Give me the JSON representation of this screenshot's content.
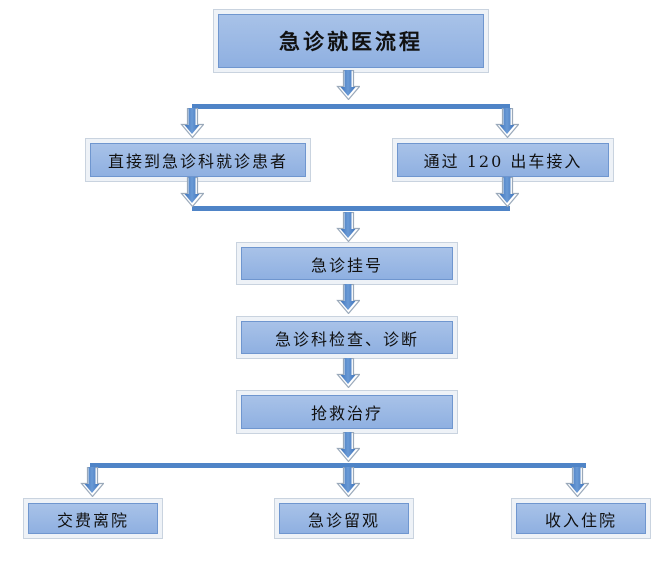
{
  "title": "急诊就医流程",
  "entry_paths": {
    "left": "直接到急诊科就诊患者",
    "right": "通过 120 出车接入"
  },
  "steps": [
    "急诊挂号",
    "急诊科检查、诊断",
    "抢救治疗"
  ],
  "outcomes": [
    "交费离院",
    "急诊留观",
    "收入住院"
  ],
  "colors": {
    "box_fill": "#8fb0e1",
    "box_border": "#6f96cf",
    "connector": "#4f84c7",
    "arrow_outline": "#9aa9ba"
  }
}
